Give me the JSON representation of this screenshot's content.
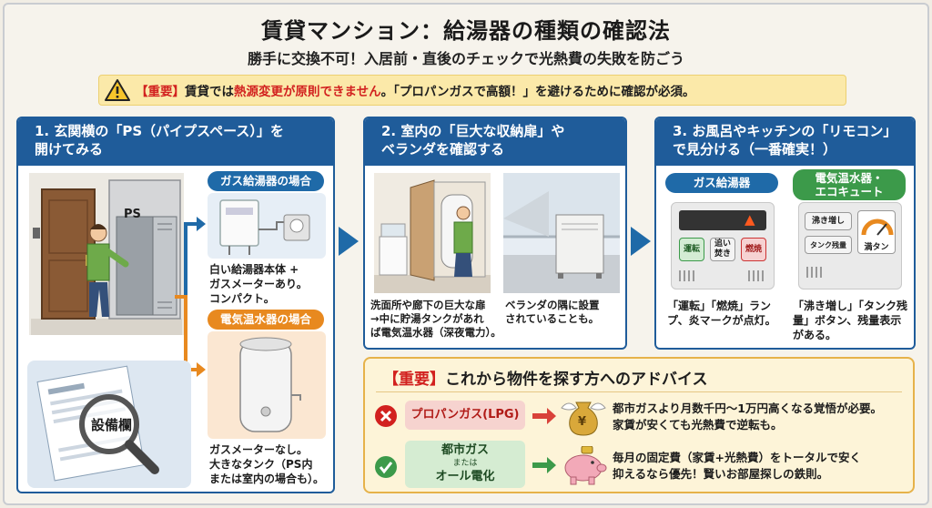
{
  "header": {
    "title": "賃貸マンション：給湯器の種類の確認法",
    "subtitle": "勝手に交換不可！入居前・直後のチェックで光熱費の失敗を防ごう"
  },
  "warning": {
    "tag": "【重要】",
    "part1": "賃貸では",
    "highlight": "熱源変更が原則できません",
    "part2": "。「プロパンガスで高額！」を避けるために確認が必須。"
  },
  "panel1": {
    "title": "1. 玄関横の「PS（パイプスペース）」を\n開けてみる",
    "ps_label": "PS",
    "gas_pill": "ガス給湯器の場合",
    "gas_desc": "白い給湯器本体 +\nガスメーターあり。\nコンパクト。",
    "elec_pill": "電気温水器の場合",
    "elec_desc": "ガスメーターなし。\n大きなタンク（PS内\nまたは室内の場合も）。",
    "doc_label": "設備欄"
  },
  "panel2": {
    "title": "2. 室内の「巨大な収納扉」や\nベランダを確認する",
    "desc_left": "洗面所や廊下の巨大な扉\n→中に貯湯タンクがあれ\nば電気温水器（深夜電力）。",
    "desc_right": "ベランダの隅に設置\nされていることも。"
  },
  "panel3": {
    "title": "3. お風呂やキッチンの「リモコン」\nで見分ける（一番確実！）",
    "gas_pill": "ガス給湯器",
    "elec_pill": "電気温水器・\nエコキュート",
    "gas_buttons": [
      "運転",
      "追い\n焚き",
      "燃焼"
    ],
    "elec_buttons": [
      "沸き増し",
      "タンク残量",
      "満タン"
    ],
    "gas_desc": "「運転」「燃焼」ラン\nプ、炎マークが点灯。",
    "elec_desc": "「沸き増し」「タンク残\n量」ボタン、残量表示\nがある。"
  },
  "advice": {
    "tag": "【重要】",
    "title": "これから物件を探す方へのアドバイス",
    "row1_label": "プロパンガス(LPG)",
    "row1_text": "都市ガスより月数千円～1万円高くなる覚悟が必要。\n家賃が安くても光熱費で逆転も。",
    "row2_label_a": "都市ガス",
    "row2_label_b": "または",
    "row2_label_c": "オール電化",
    "row2_text": "毎月の固定費（家賃+光熱費）をトータルで安く\n抑えるなら優先！賢いお部屋探しの鉄則。",
    "yen_symbol": "¥"
  },
  "colors": {
    "accent": "#1f5c9a",
    "orange": "#e8891f",
    "red": "#d2211f",
    "green": "#3c9a4a",
    "advice_border": "#e6b24a"
  }
}
